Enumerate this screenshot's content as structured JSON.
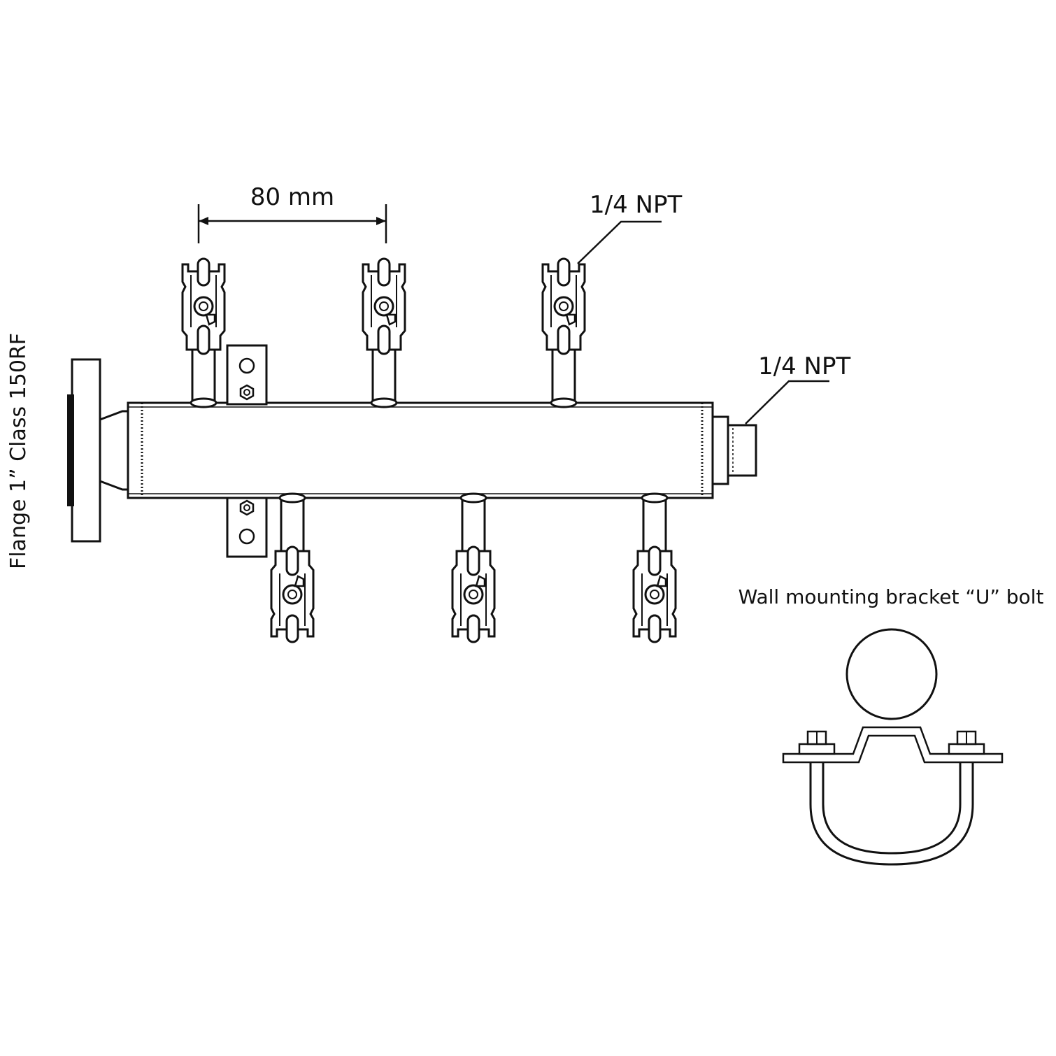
{
  "labels": {
    "dimension": "80 mm",
    "npt_top": "1/4 NPT",
    "npt_side": "1/4 NPT",
    "flange": "Flange 1” Class 150RF",
    "bracket": "Wall mounting bracket “U” bolt"
  },
  "valves": {
    "top_count": 3,
    "bottom_count": 3
  },
  "colors": {
    "line": "#111111",
    "fill": "#ffffff"
  }
}
